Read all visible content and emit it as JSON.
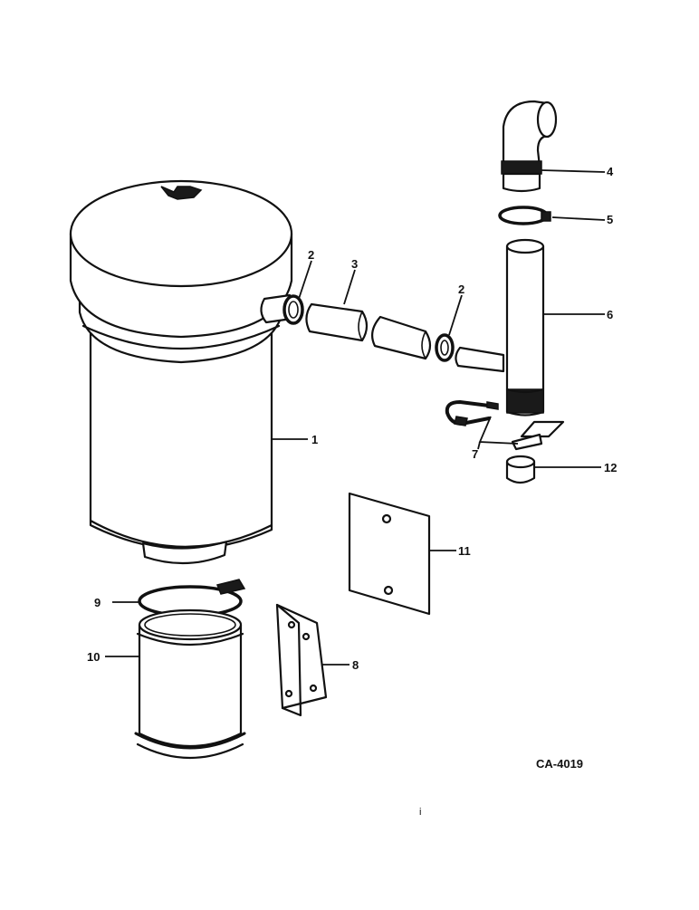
{
  "drawing_code": "CA-4019",
  "page_mark": "i",
  "callouts": [
    {
      "id": "c1",
      "label": "1"
    },
    {
      "id": "c2a",
      "label": "2"
    },
    {
      "id": "c2b",
      "label": "2"
    },
    {
      "id": "c3",
      "label": "3"
    },
    {
      "id": "c4",
      "label": "4"
    },
    {
      "id": "c5",
      "label": "5"
    },
    {
      "id": "c6",
      "label": "6"
    },
    {
      "id": "c7",
      "label": "7"
    },
    {
      "id": "c8",
      "label": "8"
    },
    {
      "id": "c9",
      "label": "9"
    },
    {
      "id": "c10",
      "label": "10"
    },
    {
      "id": "c11",
      "label": "11"
    },
    {
      "id": "c12",
      "label": "12"
    }
  ]
}
